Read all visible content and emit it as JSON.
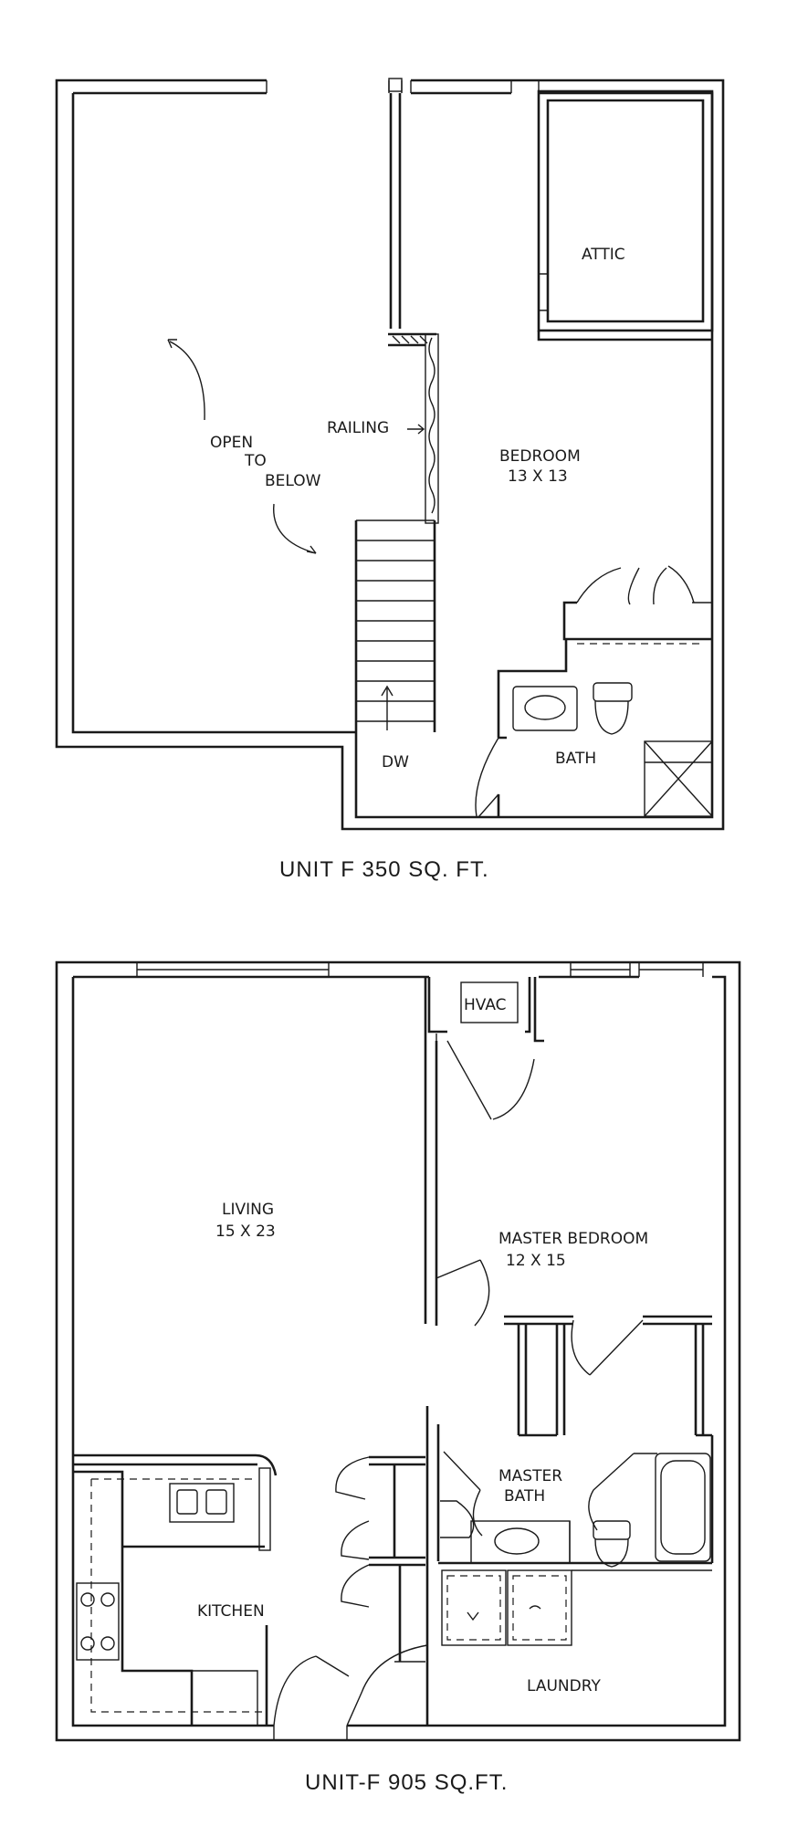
{
  "upper_plan": {
    "caption": "UNIT F    350 SQ. FT.",
    "labels": {
      "attic": "ATTIC",
      "bedroom_name": "BEDROOM",
      "bedroom_size": "13 X 13",
      "railing": "RAILING",
      "open_line1": "OPEN",
      "open_line2": "TO",
      "open_line3": "BELOW",
      "bath": "BATH",
      "stair_dir": "DW"
    }
  },
  "lower_plan": {
    "caption": "UNIT-F  905 SQ.FT.",
    "labels": {
      "hvac": "HVAC",
      "living_name": "LIVING",
      "living_size": "15 X 23",
      "master_bedroom_name": "MASTER BEDROOM",
      "master_bedroom_size": "12 X 15",
      "master_bath_line1": "MASTER",
      "master_bath_line2": "BATH",
      "kitchen": "KITCHEN",
      "laundry": "LAUNDRY"
    }
  }
}
